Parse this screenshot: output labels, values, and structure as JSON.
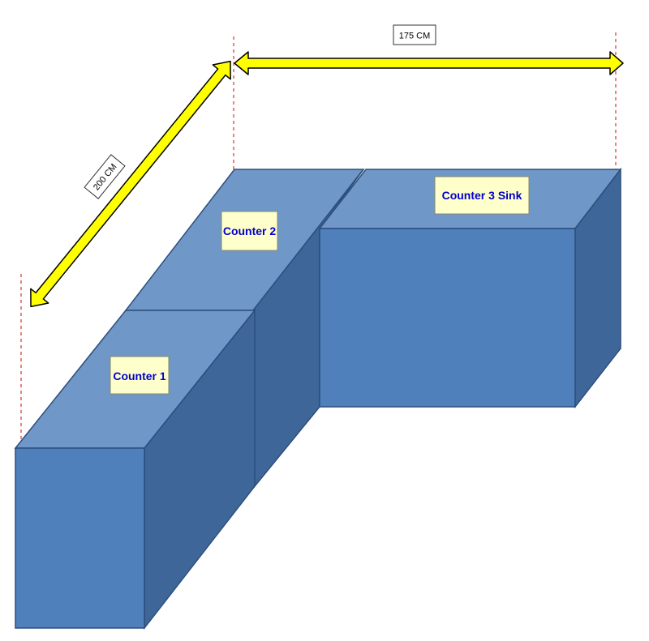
{
  "dimensions": {
    "width_label": "175 CM",
    "depth_label": "200 CM"
  },
  "counters": [
    {
      "id": "counter-1",
      "label": "Counter 1"
    },
    {
      "id": "counter-2",
      "label": "Counter 2"
    },
    {
      "id": "counter-3",
      "label": "Counter 3 Sink"
    }
  ],
  "colors": {
    "top_face": "#6f97c8",
    "front_face": "#4f80bb",
    "side_face": "#3f6698",
    "edge": "#2c4f7c",
    "label_bg": "#ffffcc",
    "label_text": "#0000cc",
    "arrow_fill": "#ffff00",
    "guide_line": "#e03030"
  }
}
